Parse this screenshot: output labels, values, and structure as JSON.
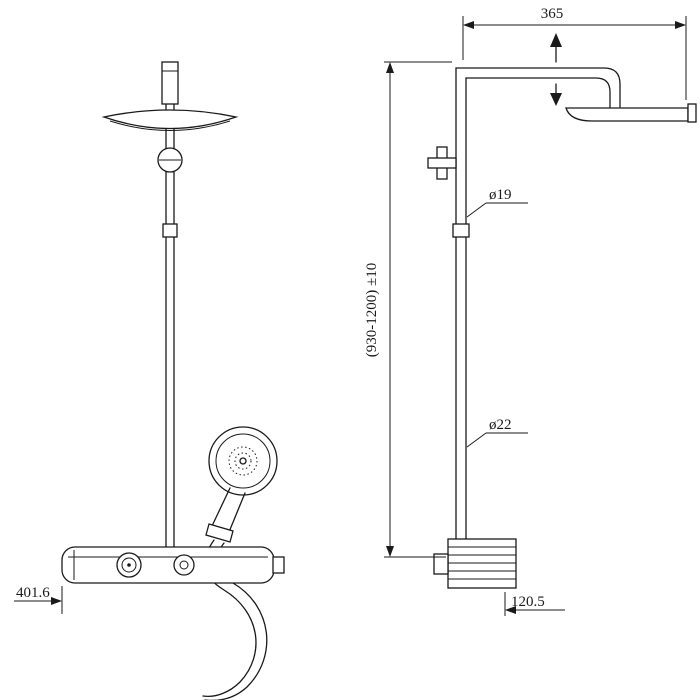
{
  "diagram": {
    "labels": {
      "top_width": "365",
      "height_range": "(930-1200) ±10",
      "pipe_dia_upper": "ø19",
      "pipe_dia_lower": "ø22",
      "shelf_width": "401.6",
      "body_depth": "120.5"
    },
    "colors": {
      "line": "#1a1a1a",
      "background": "#ffffff"
    }
  }
}
